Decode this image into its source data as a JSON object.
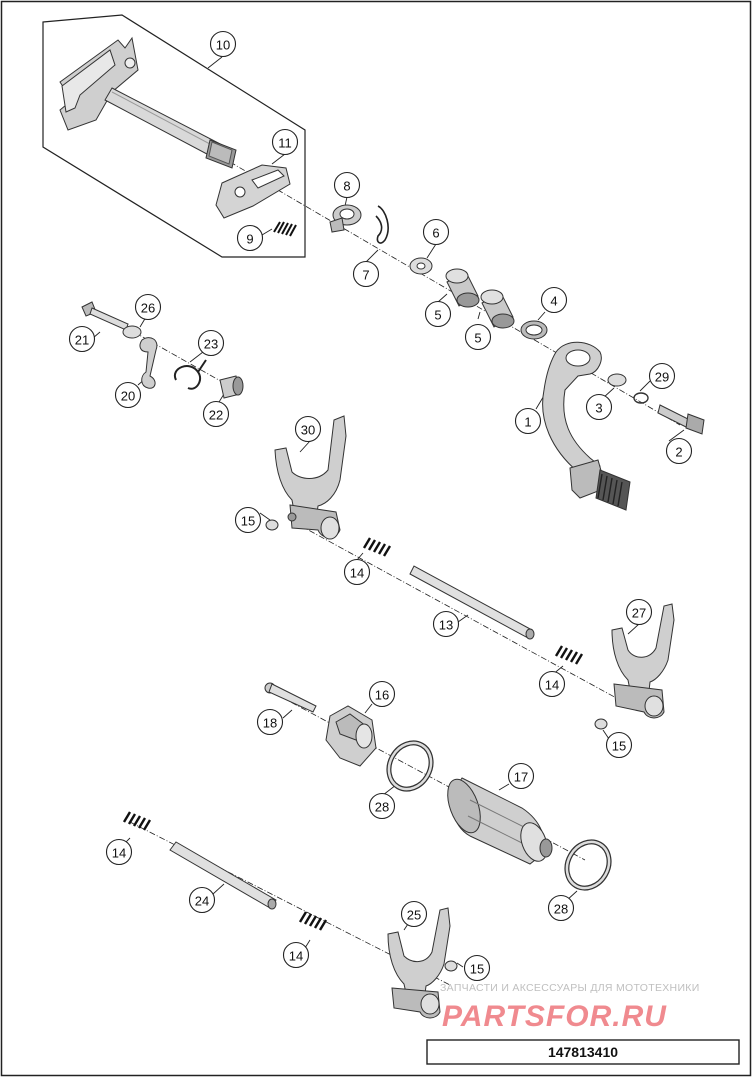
{
  "diagram": {
    "part_number": "147813410",
    "watermark": {
      "tagline": "ЗАПЧАСТИ И АКСЕССУАРЫ ДЛЯ МОТОТЕХНИКИ",
      "brand": "PARTSFOR.RU"
    },
    "callouts": [
      {
        "id": "c10",
        "label": "10"
      },
      {
        "id": "c11",
        "label": "11"
      },
      {
        "id": "c8",
        "label": "8"
      },
      {
        "id": "c9",
        "label": "9"
      },
      {
        "id": "c7",
        "label": "7"
      },
      {
        "id": "c6",
        "label": "6"
      },
      {
        "id": "c5a",
        "label": "5"
      },
      {
        "id": "c5b",
        "label": "5"
      },
      {
        "id": "c4",
        "label": "4"
      },
      {
        "id": "c26",
        "label": "26"
      },
      {
        "id": "c21",
        "label": "21"
      },
      {
        "id": "c23",
        "label": "23"
      },
      {
        "id": "c20",
        "label": "20"
      },
      {
        "id": "c22",
        "label": "22"
      },
      {
        "id": "c29",
        "label": "29"
      },
      {
        "id": "c3",
        "label": "3"
      },
      {
        "id": "c1",
        "label": "1"
      },
      {
        "id": "c2",
        "label": "2"
      },
      {
        "id": "c30",
        "label": "30"
      },
      {
        "id": "c15a",
        "label": "15"
      },
      {
        "id": "c14a",
        "label": "14"
      },
      {
        "id": "c13",
        "label": "13"
      },
      {
        "id": "c27",
        "label": "27"
      },
      {
        "id": "c14b",
        "label": "14"
      },
      {
        "id": "c15b",
        "label": "15"
      },
      {
        "id": "c16",
        "label": "16"
      },
      {
        "id": "c18",
        "label": "18"
      },
      {
        "id": "c17",
        "label": "17"
      },
      {
        "id": "c28a",
        "label": "28"
      },
      {
        "id": "c14c",
        "label": "14"
      },
      {
        "id": "c24",
        "label": "24"
      },
      {
        "id": "c28b",
        "label": "28"
      },
      {
        "id": "c25",
        "label": "25"
      },
      {
        "id": "c14d",
        "label": "14"
      },
      {
        "id": "c15c",
        "label": "15"
      }
    ]
  }
}
